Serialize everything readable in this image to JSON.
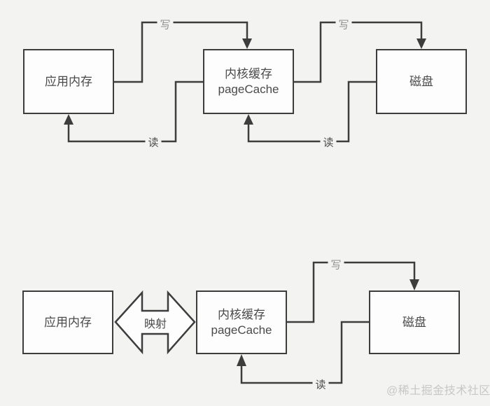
{
  "colors": {
    "background": "#f3f3f1",
    "line": "#3d3d3d",
    "box_fill": "#fdfdfd",
    "box_text": "#4a4a4a",
    "write_label": "#8f8f8f",
    "read_label": "#4f4f4f",
    "map_label": "#4a4a4a",
    "watermark": "#c7c7c7"
  },
  "diagram_top": {
    "nodes": [
      {
        "id": "app-memory",
        "label": "应用内存"
      },
      {
        "id": "kernel-cache",
        "label": "内核缓存",
        "sublabel": "pageCache"
      },
      {
        "id": "disk",
        "label": "磁盘"
      }
    ],
    "edges": [
      {
        "from": "app-memory",
        "to": "kernel-cache",
        "label": "写",
        "type": "write"
      },
      {
        "from": "kernel-cache",
        "to": "disk",
        "label": "写",
        "type": "write"
      },
      {
        "from": "kernel-cache",
        "to": "app-memory",
        "label": "读",
        "type": "read"
      },
      {
        "from": "disk",
        "to": "kernel-cache",
        "label": "读",
        "type": "read"
      }
    ]
  },
  "diagram_bottom": {
    "nodes": [
      {
        "id": "app-memory",
        "label": "应用内存"
      },
      {
        "id": "kernel-cache",
        "label": "内核缓存",
        "sublabel": "pageCache"
      },
      {
        "id": "disk",
        "label": "磁盘"
      }
    ],
    "edges": [
      {
        "from": "app-memory",
        "to": "kernel-cache",
        "label": "映射",
        "type": "bidirectional"
      },
      {
        "from": "kernel-cache",
        "to": "disk",
        "label": "写",
        "type": "write"
      },
      {
        "from": "disk",
        "to": "kernel-cache",
        "label": "读",
        "type": "read"
      }
    ]
  },
  "watermark": "@稀土掘金技术社区"
}
